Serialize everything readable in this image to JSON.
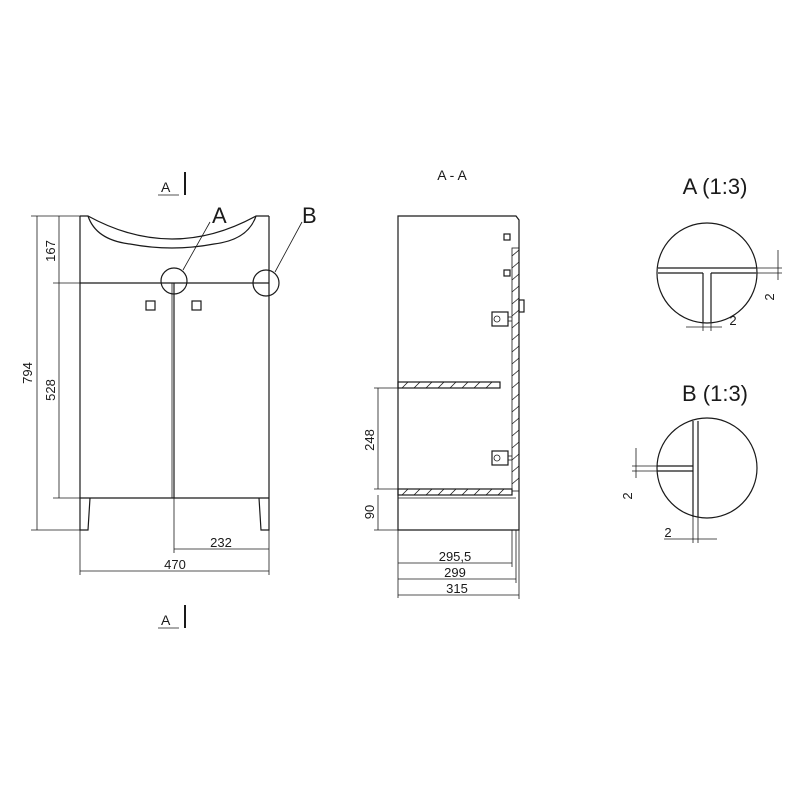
{
  "section_marks": {
    "top_letter": "A",
    "bottom_letter": "A",
    "section_title": "A - A"
  },
  "callouts": {
    "a_letter": "A",
    "b_letter": "B"
  },
  "front_view": {
    "dim_total_height": "794",
    "dim_top_height": "167",
    "dim_door_height": "528",
    "dim_half_width": "232",
    "dim_total_width": "470"
  },
  "side_view": {
    "dim_shelf_gap": "248",
    "dim_plinth": "90",
    "dim_inner_depth": "295,5",
    "dim_body_depth": "299",
    "dim_total_depth": "315"
  },
  "detail_a": {
    "title": "A (1:3)",
    "dim_vertical": "2",
    "dim_horizontal": "2"
  },
  "detail_b": {
    "title": "B (1:3)",
    "dim_vertical": "2",
    "dim_horizontal": "2"
  }
}
